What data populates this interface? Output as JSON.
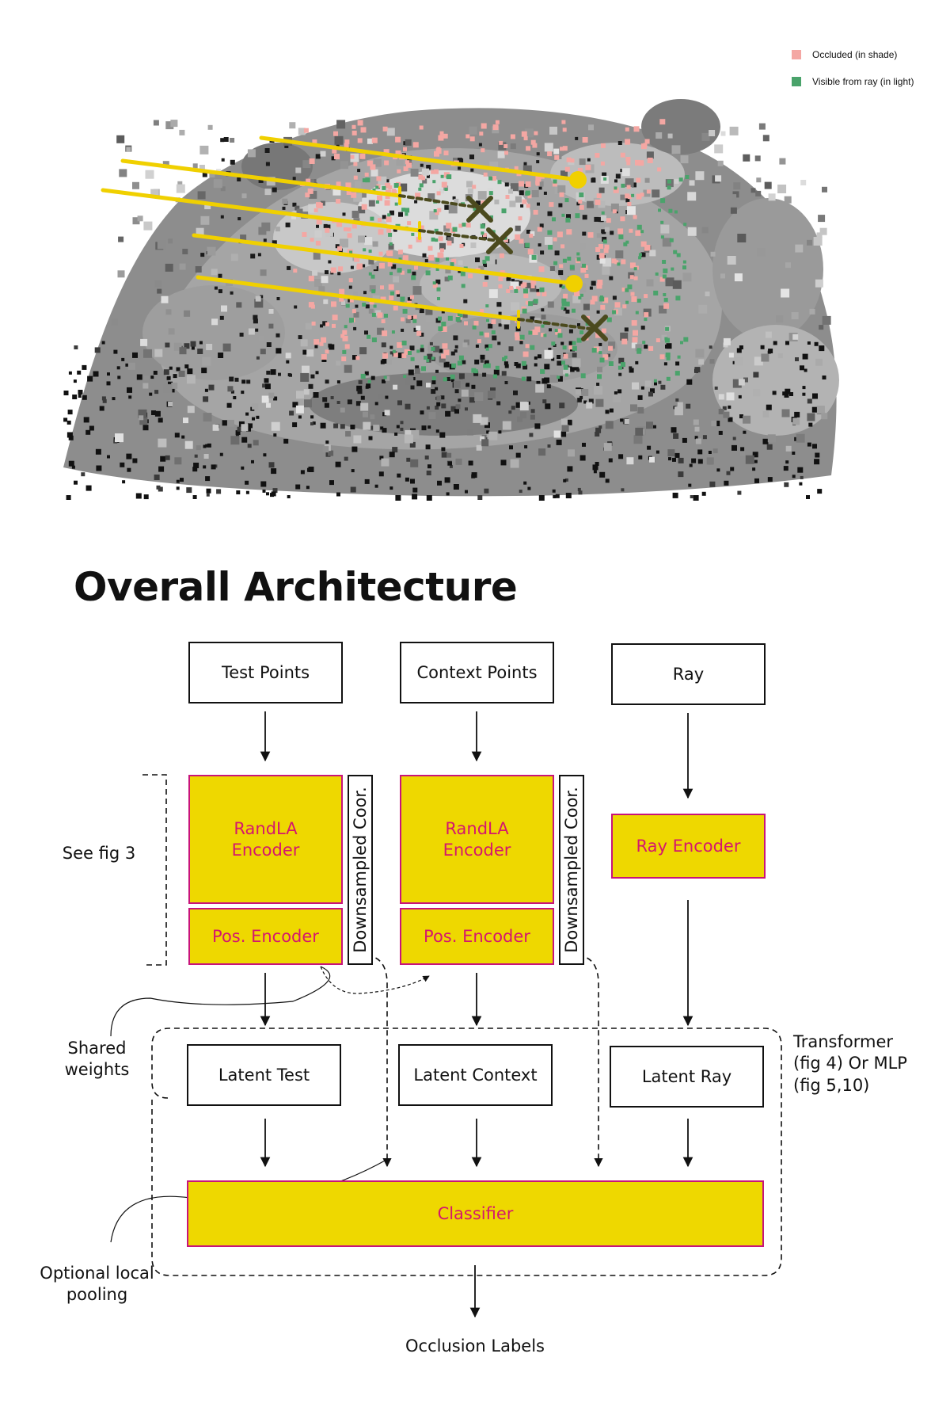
{
  "legend": {
    "occluded": {
      "label": "Occluded (in shade)",
      "color": "#f4a7a3"
    },
    "visible": {
      "label": "Visible from ray (in light)",
      "color": "#4aa36b"
    }
  },
  "title": "Overall Architecture",
  "inputs": {
    "test_points": "Test Points",
    "context_points": "Context Points",
    "ray": "Ray"
  },
  "encoders": {
    "randla_test": {
      "line1": "RandLA",
      "line2": "Encoder"
    },
    "randla_context": {
      "line1": "RandLA",
      "line2": "Encoder"
    },
    "pos_test": "Pos. Encoder",
    "pos_context": "Pos. Encoder",
    "ray": "Ray Encoder",
    "downsampled_test": "Downsampled Coor.",
    "downsampled_context": "Downsampled Coor."
  },
  "latents": {
    "test": "Latent Test",
    "context": "Latent Context",
    "ray": "Latent Ray"
  },
  "classifier": "Classifier",
  "output": "Occlusion Labels",
  "notes": {
    "see_fig": "See fig 3",
    "shared_weights": [
      "Shared",
      "weights"
    ],
    "optional_pooling": [
      "Optional local",
      "pooling"
    ],
    "transformer": [
      "Transformer",
      "(fig 4) Or MLP",
      "(fig 5,10)"
    ]
  },
  "colors": {
    "yellow": "#eed800",
    "magenta": "#d4176d",
    "ray": "#f0d000",
    "cross": "#4b4a1e"
  }
}
